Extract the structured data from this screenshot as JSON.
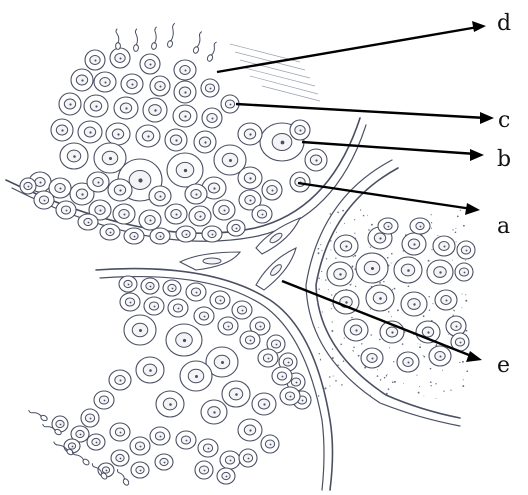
{
  "labels": {
    "a": "a",
    "b": "b",
    "c": "c",
    "d": "d",
    "e": "e"
  },
  "colors": {
    "ink": "#4a4f63",
    "label": "#111111",
    "arrow": "#000000",
    "background": "#ffffff"
  }
}
